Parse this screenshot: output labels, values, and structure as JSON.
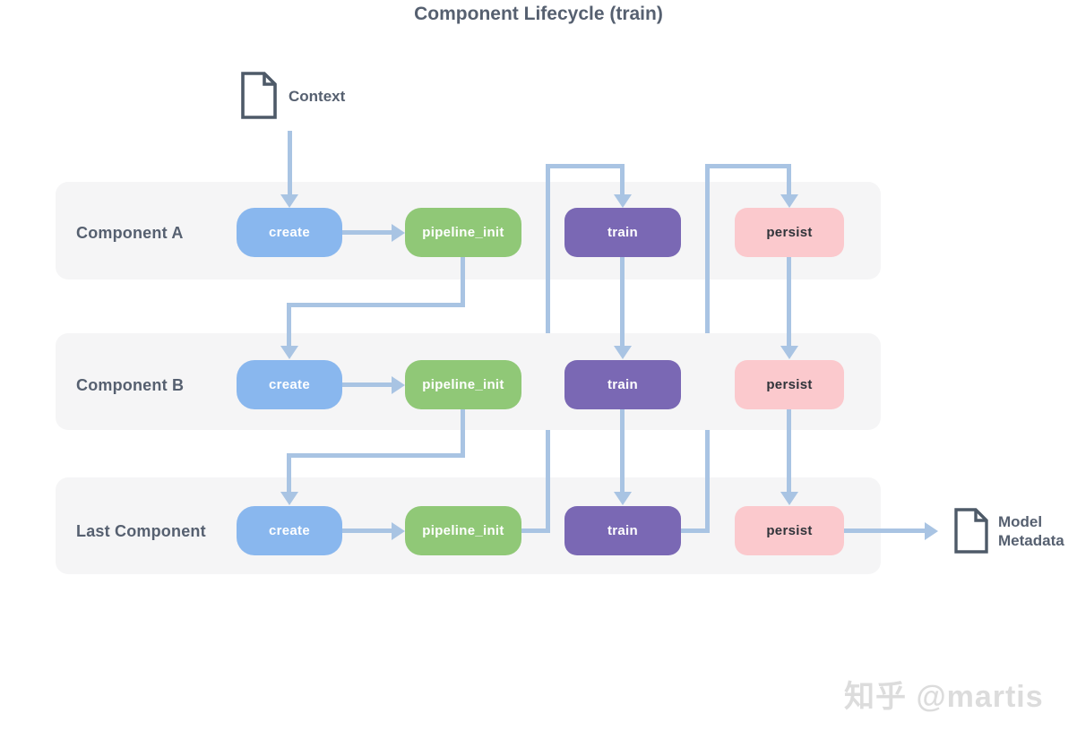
{
  "title": "Component Lifecycle (train)",
  "context": {
    "label": "Context"
  },
  "output": {
    "label_line1": "Model",
    "label_line2": "Metadata"
  },
  "rows": [
    {
      "label": "Component A",
      "boxes": [
        {
          "label": "create"
        },
        {
          "label": "pipeline_init"
        },
        {
          "label": "train"
        },
        {
          "label": "persist"
        }
      ]
    },
    {
      "label": "Component B",
      "boxes": [
        {
          "label": "create"
        },
        {
          "label": "pipeline_init"
        },
        {
          "label": "train"
        },
        {
          "label": "persist"
        }
      ]
    },
    {
      "label": "Last Component",
      "boxes": [
        {
          "label": "create"
        },
        {
          "label": "pipeline_init"
        },
        {
          "label": "train"
        },
        {
          "label": "persist"
        }
      ]
    }
  ],
  "colors": {
    "create": "#89b7ee",
    "pipeline_init": "#90c877",
    "train": "#7a68b4",
    "persist": "#fbc9cd",
    "persist_text": "#30343a",
    "arrow": "#a9c4e3",
    "row_band": "#f5f5f6",
    "heading_text": "#566070",
    "icon_stroke": "#4e5a68",
    "watermark": "#dcdcdc"
  },
  "watermark": "知乎 @martis"
}
